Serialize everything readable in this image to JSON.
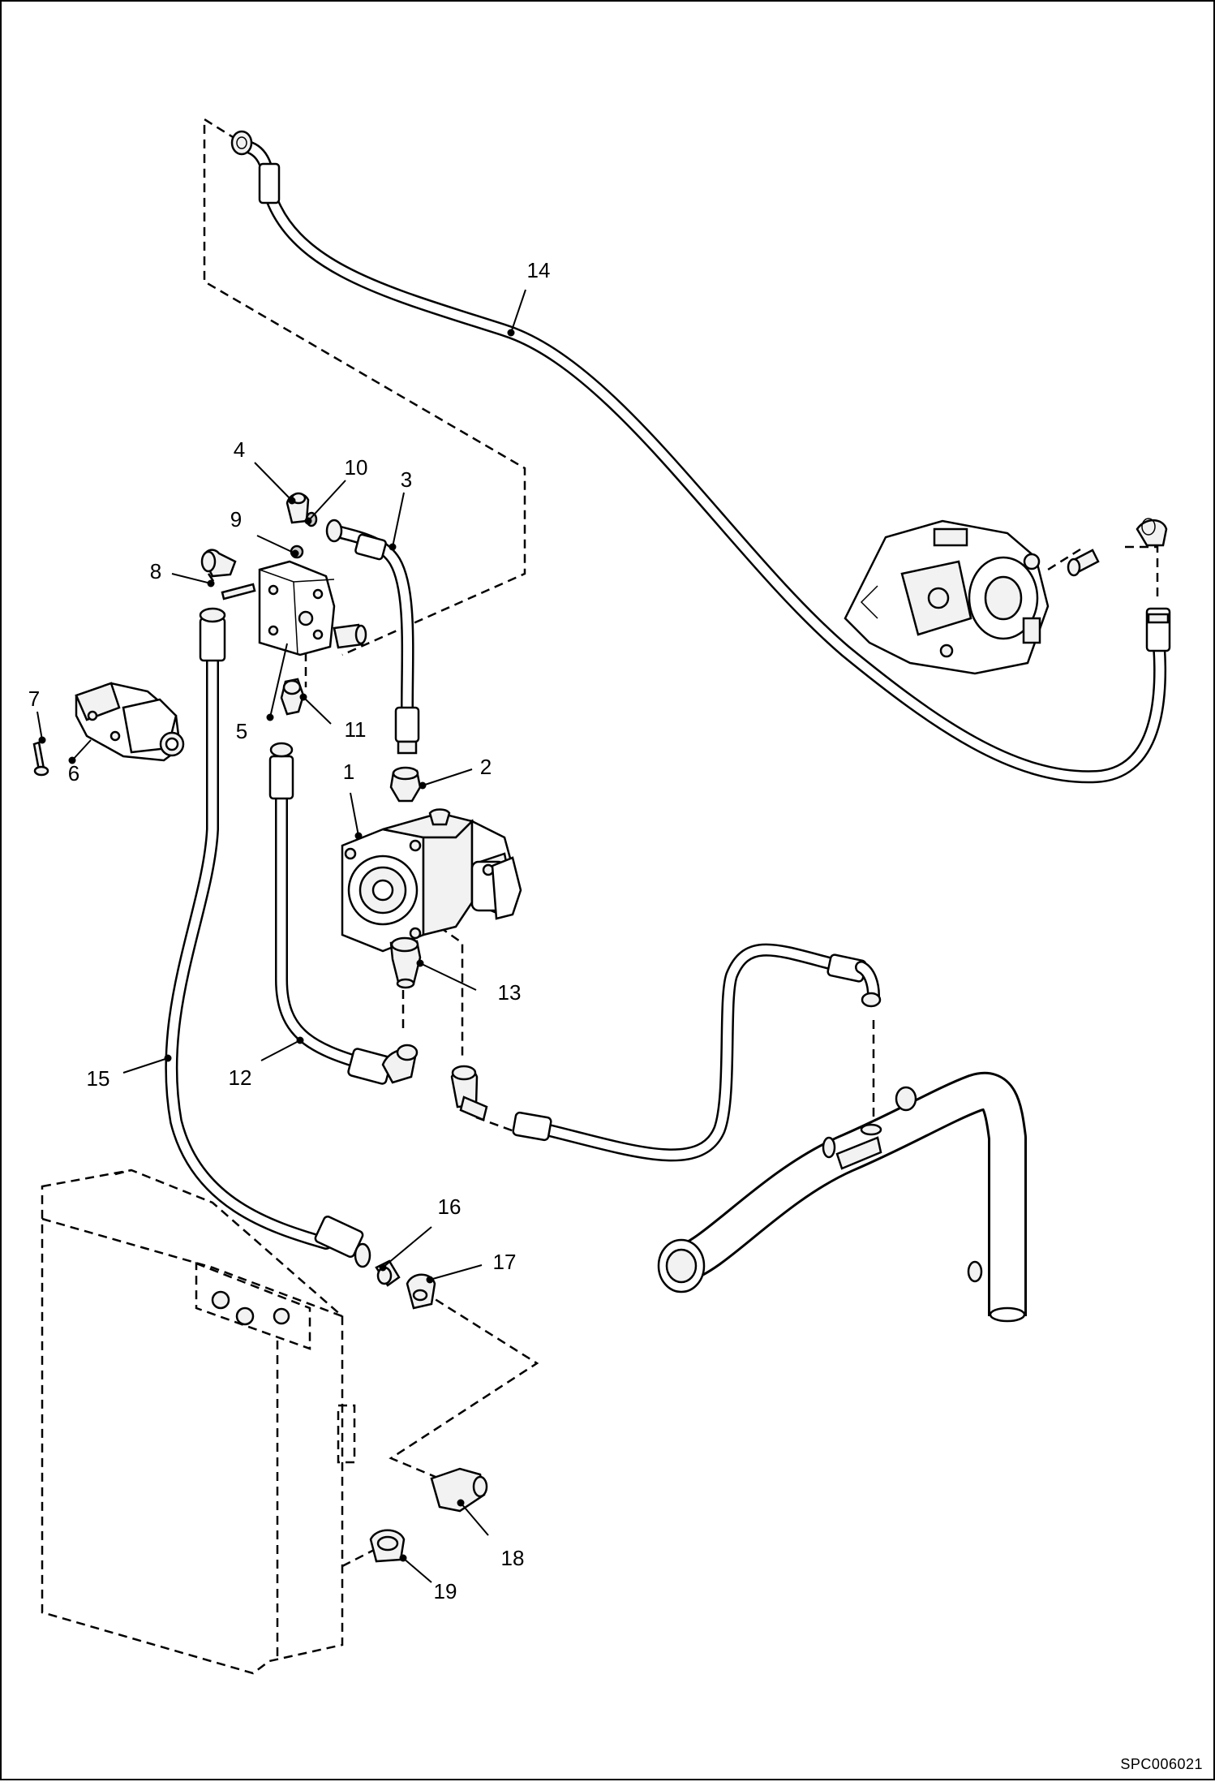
{
  "diagram": {
    "reference_code": "SPC006021",
    "callouts": [
      {
        "id": "1",
        "label": "1"
      },
      {
        "id": "2",
        "label": "2"
      },
      {
        "id": "3",
        "label": "3"
      },
      {
        "id": "4",
        "label": "4"
      },
      {
        "id": "5",
        "label": "5"
      },
      {
        "id": "6",
        "label": "6"
      },
      {
        "id": "7",
        "label": "7"
      },
      {
        "id": "8",
        "label": "8"
      },
      {
        "id": "9",
        "label": "9"
      },
      {
        "id": "10",
        "label": "10"
      },
      {
        "id": "11",
        "label": "11"
      },
      {
        "id": "12",
        "label": "12"
      },
      {
        "id": "13",
        "label": "13"
      },
      {
        "id": "14",
        "label": "14"
      },
      {
        "id": "15",
        "label": "15"
      },
      {
        "id": "16",
        "label": "16"
      },
      {
        "id": "17",
        "label": "17"
      },
      {
        "id": "18",
        "label": "18"
      },
      {
        "id": "19",
        "label": "19"
      }
    ]
  }
}
